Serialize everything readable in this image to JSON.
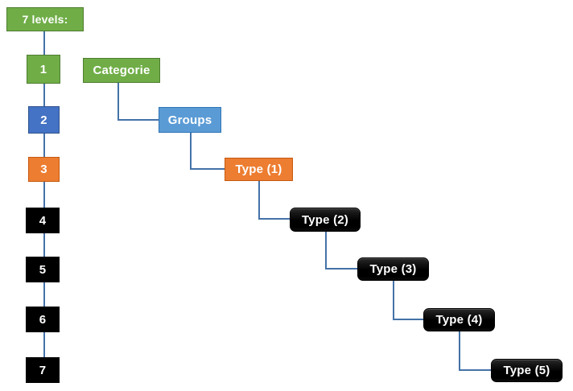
{
  "diagram": {
    "title_box": {
      "label": "7 levels:"
    },
    "levels_column": [
      {
        "label": "1",
        "color": "#70AD47"
      },
      {
        "label": "2",
        "color": "#4472C4"
      },
      {
        "label": "3",
        "color": "#ED7D31"
      },
      {
        "label": "4",
        "color": "#000000"
      },
      {
        "label": "5",
        "color": "#000000"
      },
      {
        "label": "6",
        "color": "#000000"
      },
      {
        "label": "7",
        "color": "#000000"
      }
    ],
    "hierarchy_chain": [
      {
        "label": "Categorie",
        "color": "#70AD47"
      },
      {
        "label": "Groups",
        "color": "#5B9BD5"
      },
      {
        "label": "Type (1)",
        "color": "#ED7D31"
      },
      {
        "label": "Type (2)",
        "color": "#000000"
      },
      {
        "label": "Type (3)",
        "color": "#000000"
      },
      {
        "label": "Type (4)",
        "color": "#000000"
      },
      {
        "label": "Type (5)",
        "color": "#000000"
      }
    ],
    "connector_color": "#4472A8",
    "background_color": "#FFFFFF"
  }
}
